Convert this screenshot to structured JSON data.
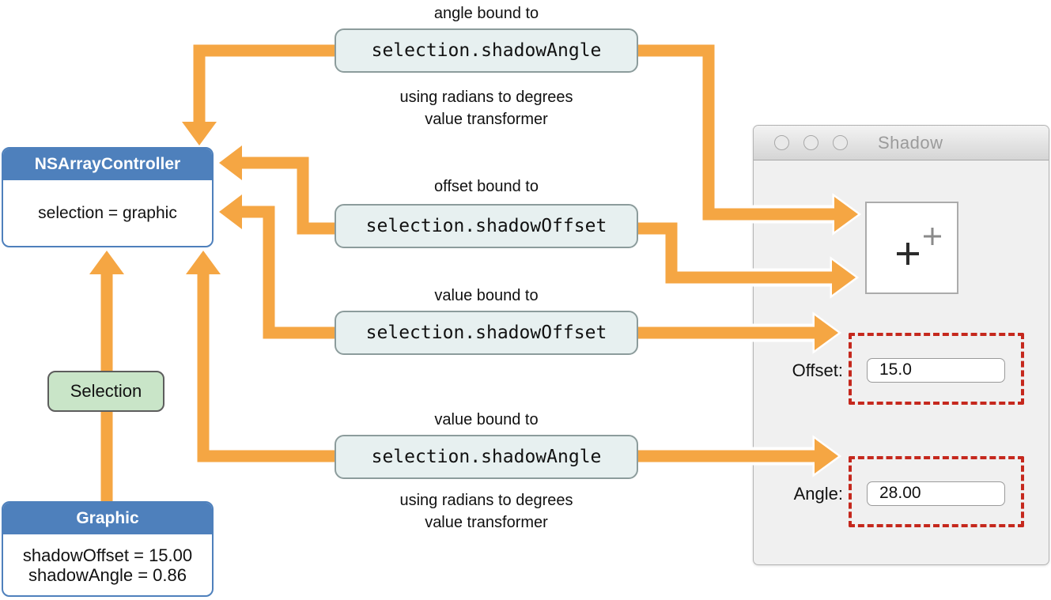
{
  "diagram": {
    "bindings": [
      {
        "label": "angle bound to",
        "key": "selection.shadowAngle",
        "note_line1": "using radians to degrees",
        "note_line2": "value transformer"
      },
      {
        "label": "offset bound to",
        "key": "selection.shadowOffset"
      },
      {
        "label": "value bound to",
        "key": "selection.shadowOffset"
      },
      {
        "label": "value bound to",
        "key": "selection.shadowAngle",
        "note_line1": "using radians to degrees",
        "note_line2": "value transformer"
      }
    ],
    "controller": {
      "title": "NSArrayController",
      "body": "selection = graphic"
    },
    "selection_badge": "Selection",
    "model": {
      "title": "Graphic",
      "line1": "shadowOffset = 15.00",
      "line2": "shadowAngle = 0.86"
    }
  },
  "window": {
    "title": "Shadow",
    "offset": {
      "label": "Offset:",
      "value": "15.0"
    },
    "angle": {
      "label": "Angle:",
      "value": "28.00"
    }
  },
  "colors": {
    "arrow_orange": "#F5A643",
    "class_blue": "#4E80BC",
    "keybox_teal": "#E7F0F0",
    "selection_green": "#C9E5C8",
    "highlight_red": "#C5281D"
  }
}
